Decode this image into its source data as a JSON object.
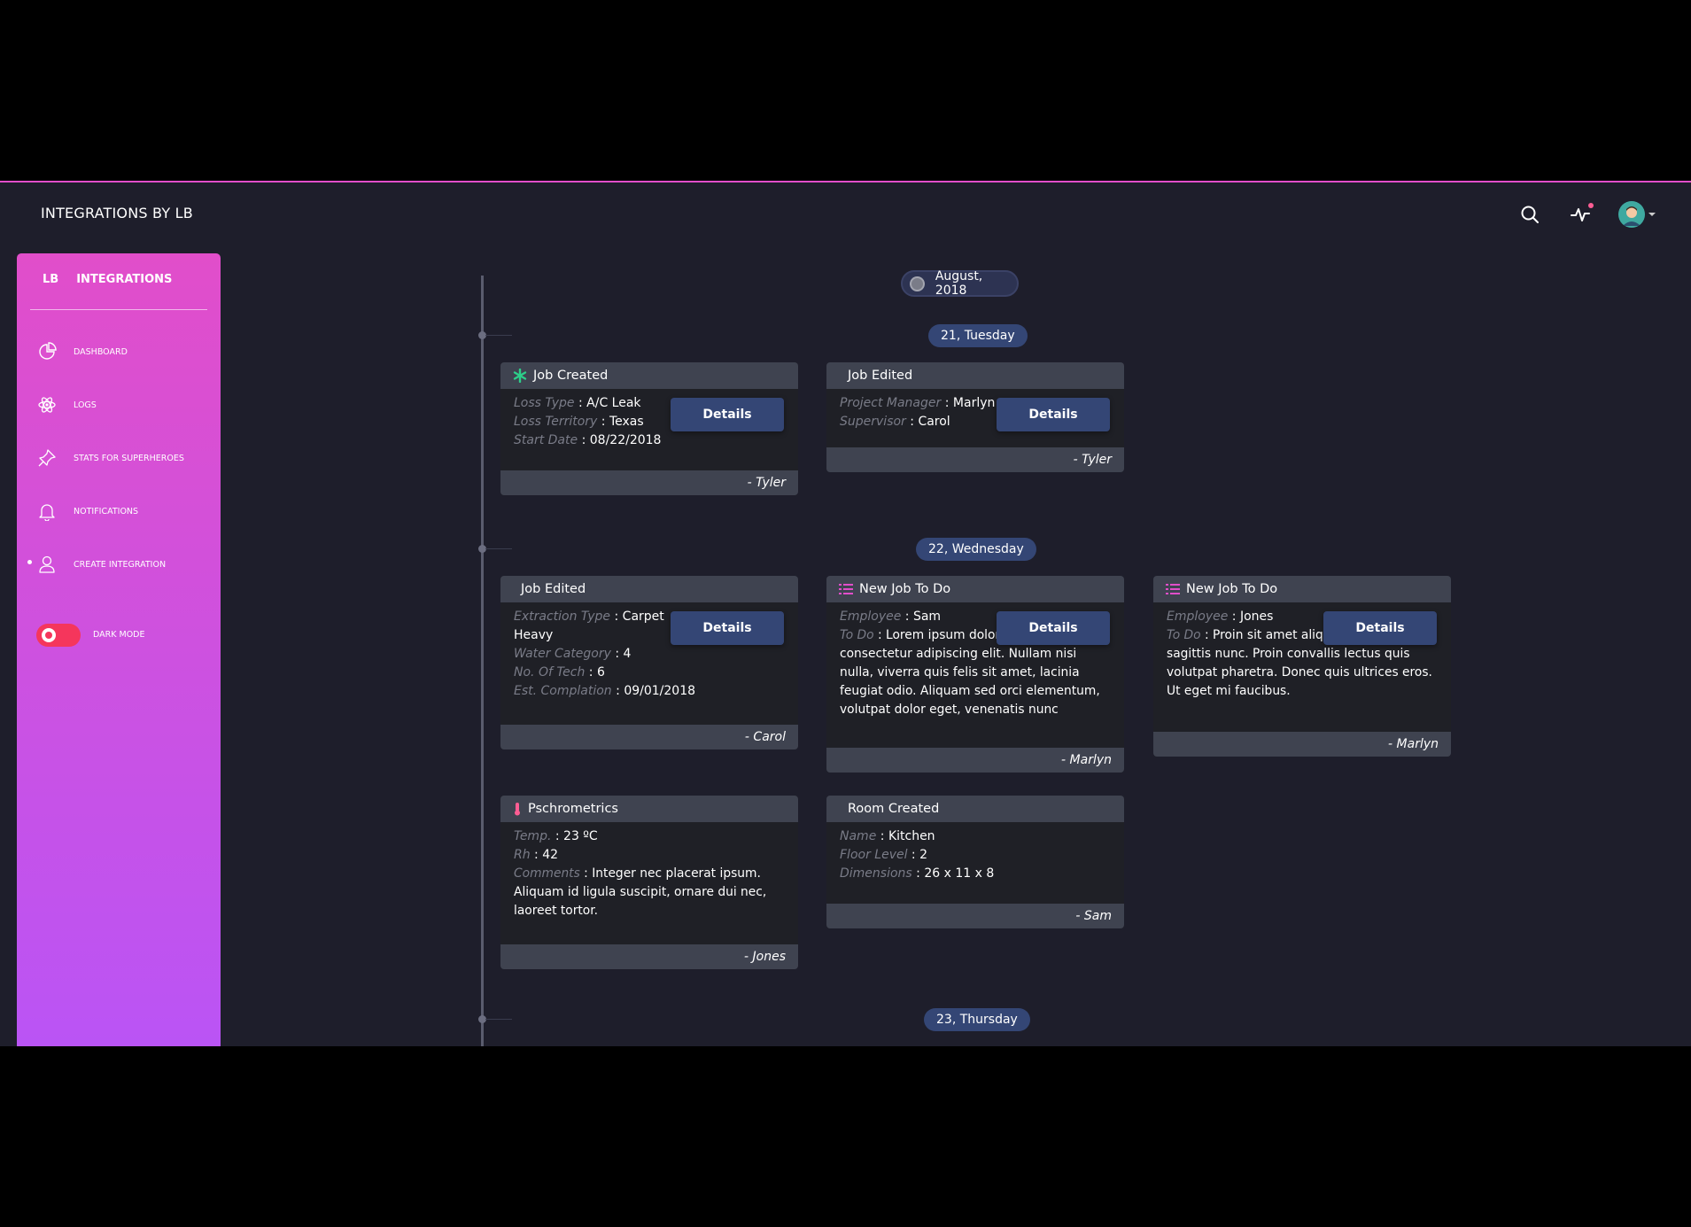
{
  "app": {
    "brand": "INTEGRATIONS BY LB"
  },
  "topbar": {
    "icons": [
      "search-icon",
      "activity-icon",
      "avatar"
    ]
  },
  "sidebar": {
    "logo_short": "LB",
    "logo_full": "INTEGRATIONS",
    "items": [
      {
        "label": "DASHBOARD",
        "icon": "chart-pie-icon"
      },
      {
        "label": "LOGS",
        "icon": "atom-icon"
      },
      {
        "label": "STATS FOR SUPERHEROES",
        "icon": "pin-icon"
      },
      {
        "label": "NOTIFICATIONS",
        "icon": "bell-icon"
      },
      {
        "label": "CREATE INTEGRATION",
        "icon": "user-icon",
        "active": true
      }
    ],
    "dark_mode_label": "DARK MODE"
  },
  "timeline": {
    "month": "August, 2018",
    "days": [
      {
        "label": "21, Tuesday"
      },
      {
        "label": "22, Wednesday"
      },
      {
        "label": "23, Thursday"
      }
    ],
    "details_label": "Details",
    "cards": {
      "c1": {
        "title": "Job Created",
        "icon": "asterisk-icon",
        "rows": [
          [
            "Loss Type",
            "A/C Leak"
          ],
          [
            "Loss Territory",
            "Texas"
          ],
          [
            "Start Date",
            "08/22/2018"
          ]
        ],
        "author": "- Tyler"
      },
      "c2": {
        "title": "Job Edited",
        "rows": [
          [
            "Project Manager",
            "Marlyn"
          ],
          [
            "Supervisor",
            "Carol"
          ]
        ],
        "author": "- Tyler"
      },
      "c3": {
        "title": "Job Edited",
        "rows": [
          [
            "Extraction Type",
            "Carpet Heavy"
          ],
          [
            "Water Category",
            "4"
          ],
          [
            "No. Of Tech",
            "6"
          ],
          [
            "Est. Complation",
            "09/01/2018"
          ]
        ],
        "author": "- Carol"
      },
      "c4": {
        "title": "New Job To Do",
        "icon": "list-icon",
        "rows": [
          [
            "Employee",
            "Sam"
          ],
          [
            "To Do",
            "Lorem ipsum dolor sit amet, consectetur adipiscing elit. Nullam nisi nulla, viverra quis felis sit amet, lacinia feugiat odio. Aliquam sed orci elementum, volutpat dolor eget, venenatis nunc"
          ]
        ],
        "author": "- Marlyn"
      },
      "c5": {
        "title": "New Job To Do",
        "icon": "list-icon",
        "rows": [
          [
            "Employee",
            "Jones"
          ],
          [
            "To Do",
            "Proin sit amet aliquet neque, eget sagittis nunc. Proin convallis lectus quis volutpat pharetra. Donec quis ultrices eros. Ut eget mi faucibus."
          ]
        ],
        "author": "- Marlyn"
      },
      "c6": {
        "title": "Pschrometrics",
        "icon": "thermometer-icon",
        "rows": [
          [
            "Temp.",
            "23 ºC"
          ],
          [
            "Rh",
            " 42"
          ],
          [
            "Comments",
            "Integer nec placerat ipsum. Aliquam id ligula suscipit, ornare dui nec, laoreet tortor."
          ]
        ],
        "author": "- Jones"
      },
      "c7": {
        "title": "Room Created",
        "rows": [
          [
            "Name",
            "Kitchen"
          ],
          [
            "Floor Level",
            " 2"
          ],
          [
            "Dimensions",
            "26 x 11 x 8"
          ]
        ],
        "author": "- Sam"
      }
    }
  },
  "colors": {
    "accent": "#e14eca",
    "accent2": "#ba54f5",
    "pill": "#344675",
    "background": "#1e1e2b"
  }
}
